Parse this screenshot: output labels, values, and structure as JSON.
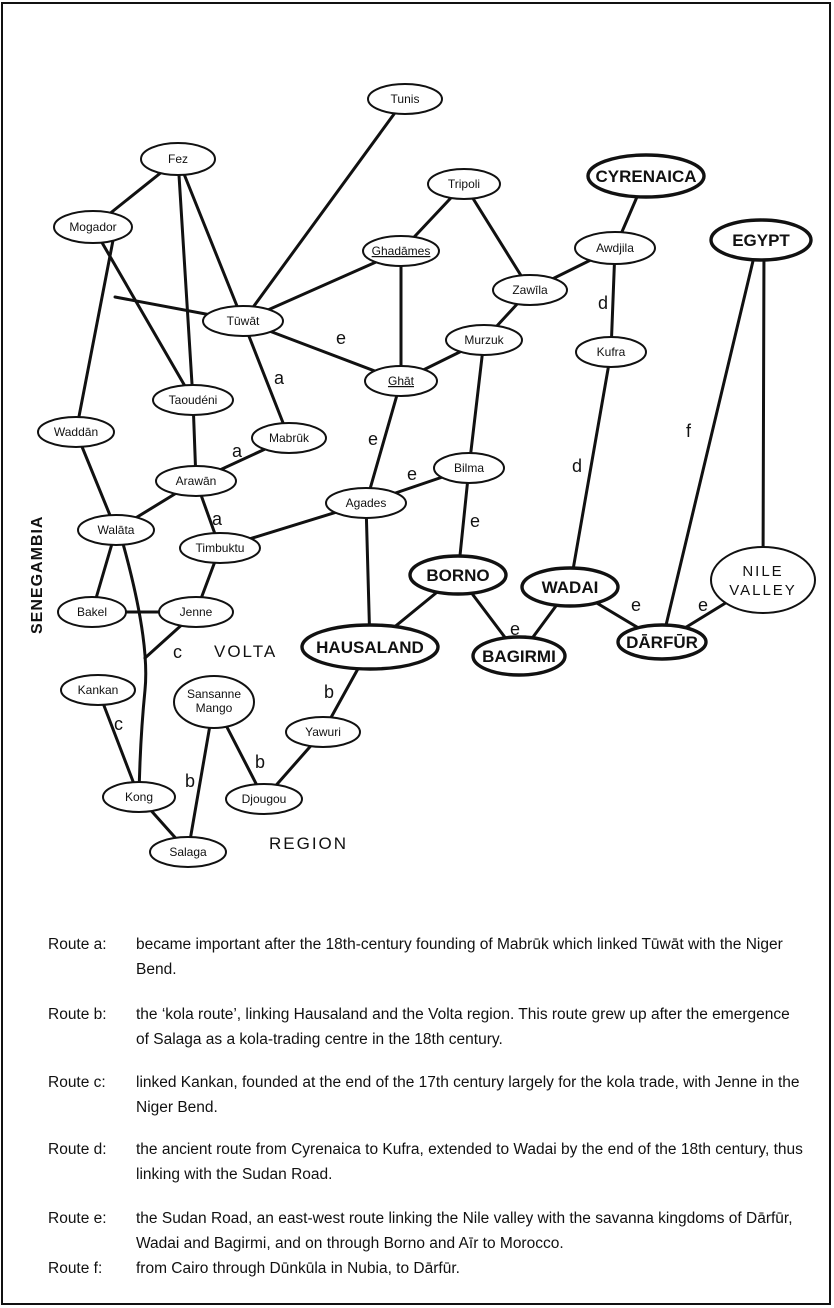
{
  "diagram": {
    "places": {
      "tunis": "Tunis",
      "fez": "Fez",
      "mogador": "Mogador",
      "tripoli": "Tripoli",
      "cyrenaica": "CYRENAICA",
      "egypt": "EGYPT",
      "ghadames": "Ghadāmes",
      "awdjila": "Awdjila",
      "zawila": "Zawīla",
      "tuwat": "Tūwāt",
      "murzuk": "Murzuk",
      "kufra": "Kufra",
      "ghat": "Ghāt",
      "taoudeni": "Taoudéni",
      "waddan": "Waddān",
      "mabruk": "Mabrūk",
      "bilma": "Bilma",
      "arawan": "Arawān",
      "agades": "Agades",
      "walata": "Walāta",
      "timbuktu": "Timbuktu",
      "borno": "BORNO",
      "wadai": "WADAI",
      "nile_valley_1": "NILE",
      "nile_valley_2": "VALLEY",
      "bakel": "Bakel",
      "jenne": "Jenne",
      "hausaland": "HAUSALAND",
      "bagirmi": "BAGIRMI",
      "darfur": "DĀRFŪR",
      "kankan": "Kankan",
      "sansanne_1": "Sansanne",
      "sansanne_2": "Mango",
      "yawuri": "Yawuri",
      "kong": "Kong",
      "djougou": "Djougou",
      "salaga": "Salaga"
    },
    "regions": {
      "senegambia": "SENEGAMBIA",
      "volta": "VOLTA",
      "region": "REGION"
    },
    "route_letters": {
      "a": "a",
      "b": "b",
      "c": "c",
      "d": "d",
      "e": "e",
      "f": "f"
    }
  },
  "legend": [
    {
      "key": "Route a:",
      "text": "became important after the 18th-century founding of Mabrūk which linked Tūwāt with the Niger Bend."
    },
    {
      "key": "Route b:",
      "text": "the ‘kola route’, linking Hausaland and the Volta region. This route grew up after the emergence of Salaga as a kola-trading centre in the 18th century."
    },
    {
      "key": "Route c:",
      "text": "linked Kankan, founded at the end of the 17th century largely for the kola trade, with Jenne in the Niger Bend."
    },
    {
      "key": "Route d:",
      "text": "the ancient route from Cyrenaica to Kufra, extended to Wadai by the end of the 18th century, thus linking with the Sudan Road."
    },
    {
      "key": "Route e:",
      "text": "the Sudan Road, an east-west route linking the Nile valley with the savanna kingdoms of Dārfūr, Wadai and Bagirmi, and on through Borno and Aīr to Morocco."
    },
    {
      "key": "Route f:",
      "text": "from Cairo through Dūnkūla in Nubia, to Dārfūr."
    }
  ]
}
